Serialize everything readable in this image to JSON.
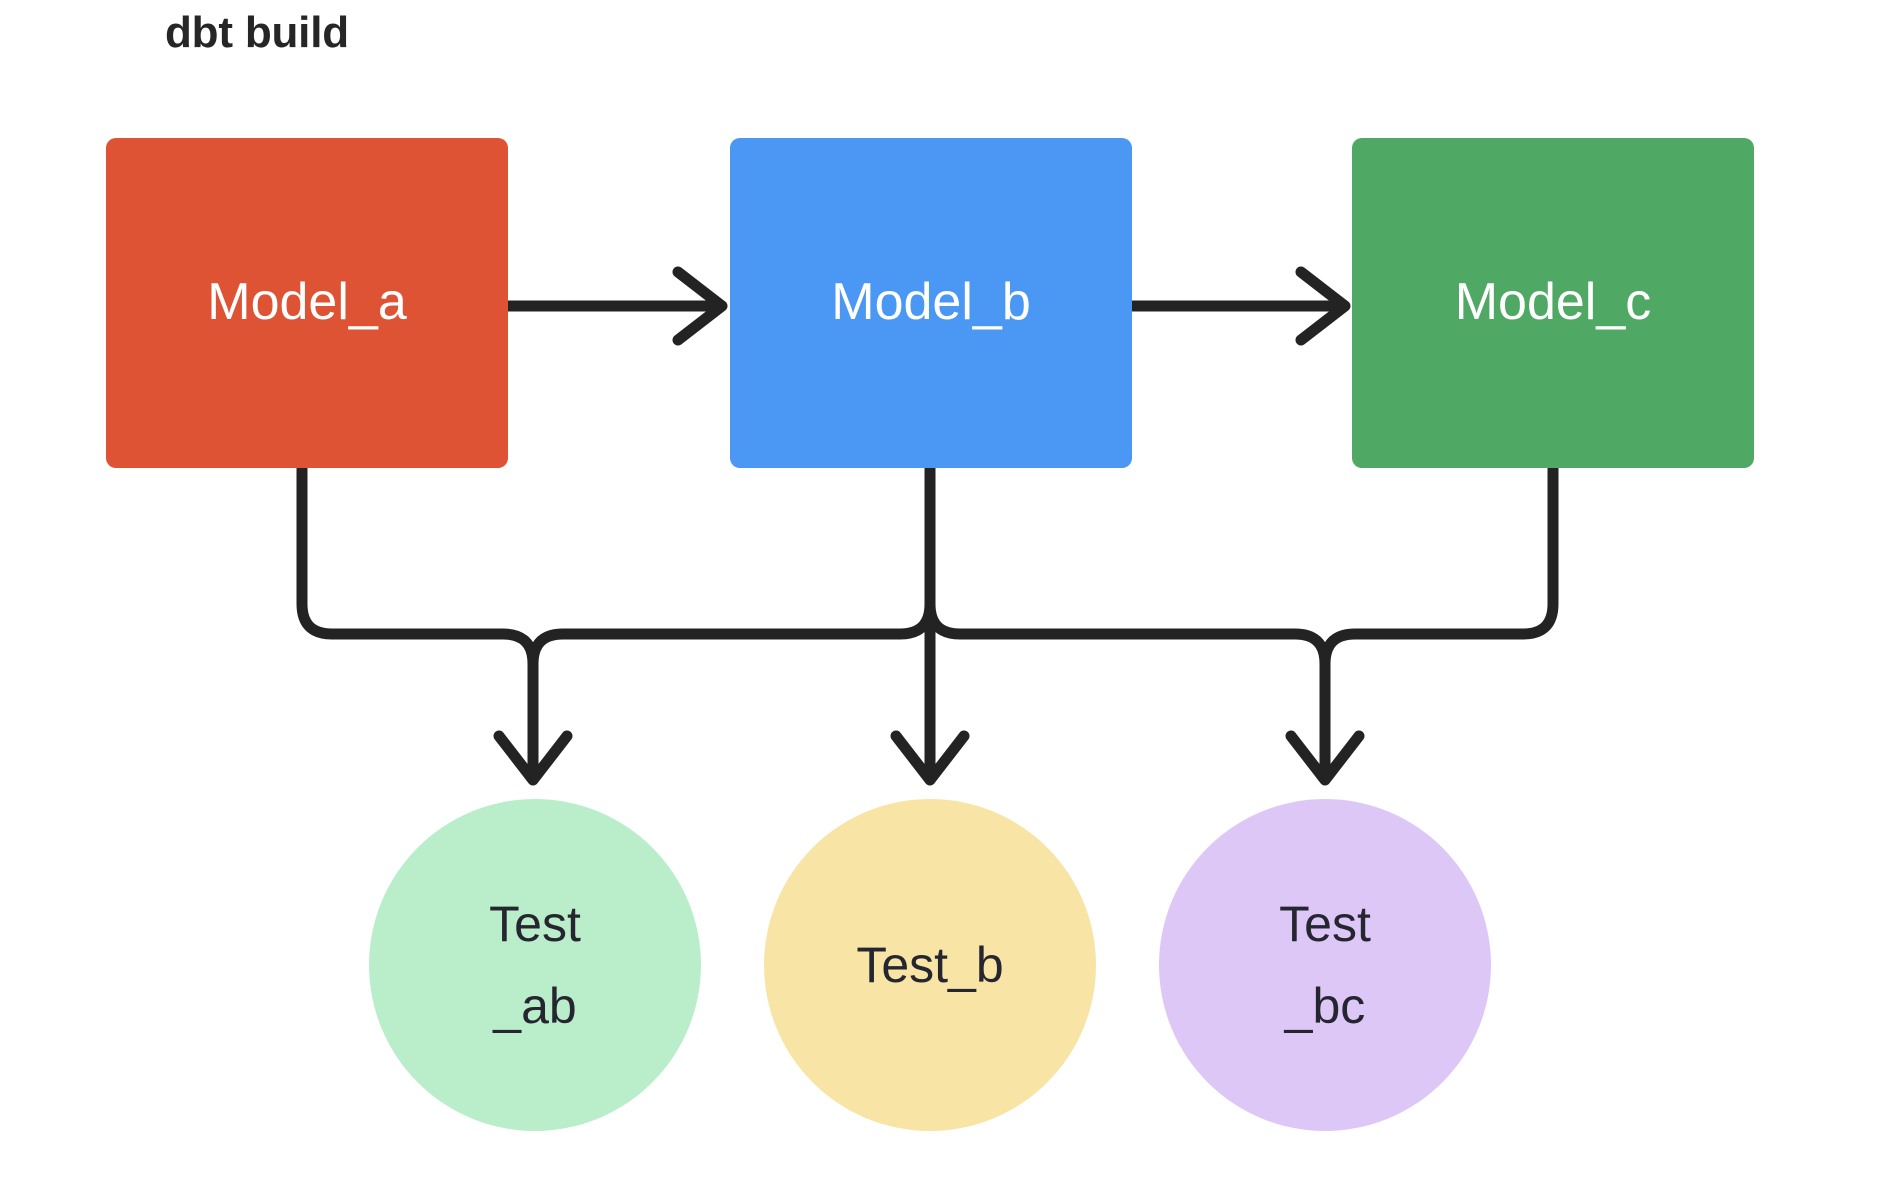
{
  "diagram": {
    "title": "dbt build",
    "type": "flowchart",
    "background": "#ffffff",
    "edge_color": "#232323",
    "nodes": [
      {
        "id": "model_a",
        "label": "Model_a",
        "shape": "rounded-rect",
        "fill": "#DE5334",
        "text_color": "#ffffff"
      },
      {
        "id": "model_b",
        "label": "Model_b",
        "shape": "rounded-rect",
        "fill": "#4A97F4",
        "text_color": "#ffffff"
      },
      {
        "id": "model_c",
        "label": "Model_c",
        "shape": "rounded-rect",
        "fill": "#4FA863",
        "text_color": "#ffffff"
      },
      {
        "id": "test_ab",
        "label": "Test\n_ab",
        "shape": "circle",
        "fill": "#BAEECA",
        "text_color": "#262630"
      },
      {
        "id": "test_b",
        "label": "Test_b",
        "shape": "circle",
        "fill": "#F8E5A5",
        "text_color": "#262630"
      },
      {
        "id": "test_bc",
        "label": "Test\n_bc",
        "shape": "circle",
        "fill": "#DDC7F6",
        "text_color": "#262630"
      }
    ],
    "edges": [
      {
        "from": "model_a",
        "to": "model_b",
        "style": "straight-arrow"
      },
      {
        "from": "model_b",
        "to": "model_c",
        "style": "straight-arrow"
      },
      {
        "from": "model_a",
        "to": "test_ab",
        "style": "elbow-arrow"
      },
      {
        "from": "model_b",
        "to": "test_ab",
        "style": "elbow-arrow"
      },
      {
        "from": "model_b",
        "to": "test_b",
        "style": "straight-arrow"
      },
      {
        "from": "model_b",
        "to": "test_bc",
        "style": "elbow-arrow"
      },
      {
        "from": "model_c",
        "to": "test_bc",
        "style": "elbow-arrow"
      }
    ]
  }
}
